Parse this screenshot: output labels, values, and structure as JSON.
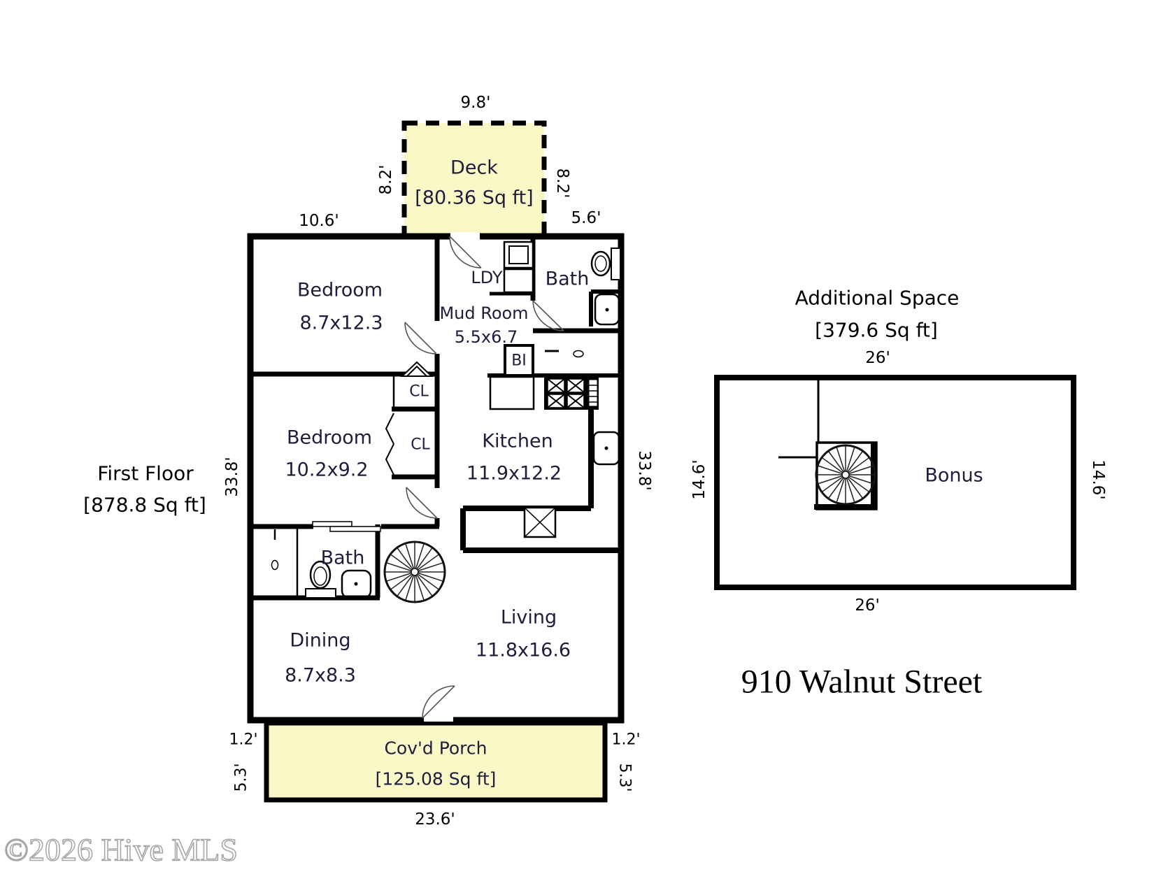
{
  "address": "910 Walnut Street",
  "watermark": "©2026 Hive MLS",
  "colors": {
    "deck_fill": "#FAF8C6",
    "porch_fill": "#FAF8C6",
    "wall": "#000000",
    "room_text": "#1E1E3C",
    "dim_text": "#000000",
    "watermark": "#9A9A9A"
  },
  "first_floor": {
    "name": "First Floor",
    "area": "[878.8 Sq ft]",
    "dims": {
      "top_left": "10.6'",
      "top_right": "5.6'",
      "left": "33.8'",
      "right": "33.8'"
    },
    "deck": {
      "name": "Deck",
      "area": "[80.36 Sq ft]",
      "dim_top": "9.8'",
      "dim_left": "8.2'",
      "dim_right": "8.2'"
    },
    "porch": {
      "name": "Cov'd Porch",
      "area": "[125.08 Sq ft]",
      "dim_bottom": "23.6'",
      "inset_left": "1.2'",
      "inset_right": "1.2'",
      "depth_left": "5.3'",
      "depth_right": "5.3'"
    },
    "rooms": {
      "bedroom1": {
        "name": "Bedroom",
        "dims": "8.7x12.3"
      },
      "mudroom": {
        "name": "Mud Room",
        "dims": "5.5x6.7"
      },
      "laundry": {
        "name": "LDY"
      },
      "bath1": {
        "name": "Bath"
      },
      "builtin": {
        "name": "BI"
      },
      "closet1": {
        "name": "CL"
      },
      "closet2": {
        "name": "CL"
      },
      "bedroom2": {
        "name": "Bedroom",
        "dims": "10.2x9.2"
      },
      "kitchen": {
        "name": "Kitchen",
        "dims": "11.9x12.2"
      },
      "bath2": {
        "name": "Bath"
      },
      "dining": {
        "name": "Dining",
        "dims": "8.7x8.3"
      },
      "living": {
        "name": "Living",
        "dims": "11.8x16.6"
      }
    }
  },
  "additional_space": {
    "name": "Additional Space",
    "area": "[379.6 Sq ft]",
    "dims": {
      "top": "26'",
      "bottom": "26'",
      "left": "14.6'",
      "right": "14.6'"
    },
    "rooms": {
      "bonus": {
        "name": "Bonus"
      }
    }
  }
}
